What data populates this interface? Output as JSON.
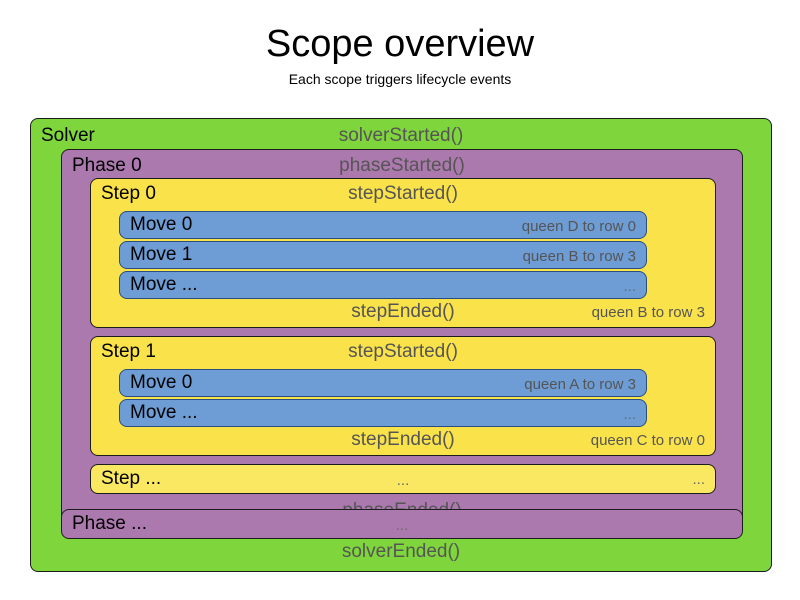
{
  "header": {
    "title": "Scope overview",
    "subtitle": "Each scope triggers lifecycle events"
  },
  "colors": {
    "solver": "#7FD63C",
    "phase": "#AC79AF",
    "step": "#FAE24B",
    "step_more": "#FAE863",
    "move": "#6D9DD4",
    "border": "#1c1c1c",
    "event_text": "#555555",
    "label_text": "#000000",
    "background": "#ffffff"
  },
  "diagram": {
    "solver": {
      "label": "Solver",
      "started_event": "solverStarted()",
      "ended_event": "solverEnded()",
      "phases": [
        {
          "label": "Phase 0",
          "started_event": "phaseStarted()",
          "ended_event": "phaseEnded()",
          "steps": [
            {
              "label": "Step 0",
              "started_event": "stepStarted()",
              "ended_event": "stepEnded()",
              "ended_detail": "queen B to row 3",
              "moves": [
                {
                  "label": "Move 0",
                  "detail": "queen D to row 0"
                },
                {
                  "label": "Move 1",
                  "detail": "queen B to row 3"
                },
                {
                  "label": "Move ...",
                  "detail": "..."
                }
              ]
            },
            {
              "label": "Step 1",
              "started_event": "stepStarted()",
              "ended_event": "stepEnded()",
              "ended_detail": "queen C to row 0",
              "moves": [
                {
                  "label": "Move 0",
                  "detail": "queen A to row 3"
                },
                {
                  "label": "Move ...",
                  "detail": "..."
                }
              ]
            }
          ],
          "more_step": {
            "label": "Step ...",
            "event": "...",
            "detail": "..."
          }
        }
      ],
      "more_phase": {
        "label": "Phase ...",
        "event": "..."
      }
    }
  }
}
